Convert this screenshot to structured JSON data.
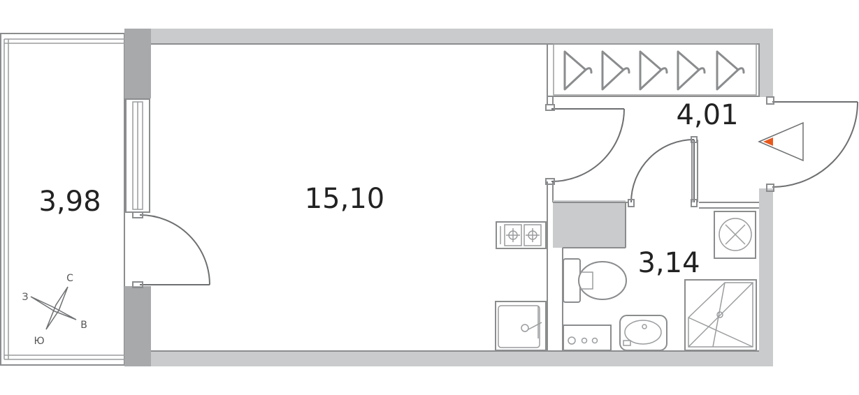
{
  "rooms": {
    "balcony_area": "3,98",
    "living_area": "15,10",
    "hall_area": "4,01",
    "bathroom_area": "3,14"
  },
  "compass": {
    "north": "С",
    "east": "В",
    "south": "Ю",
    "west": "З"
  },
  "colors": {
    "wall": "#c9cbcc",
    "wall_dark": "#a7a9ab",
    "entrance_marker": "#e8581c"
  }
}
